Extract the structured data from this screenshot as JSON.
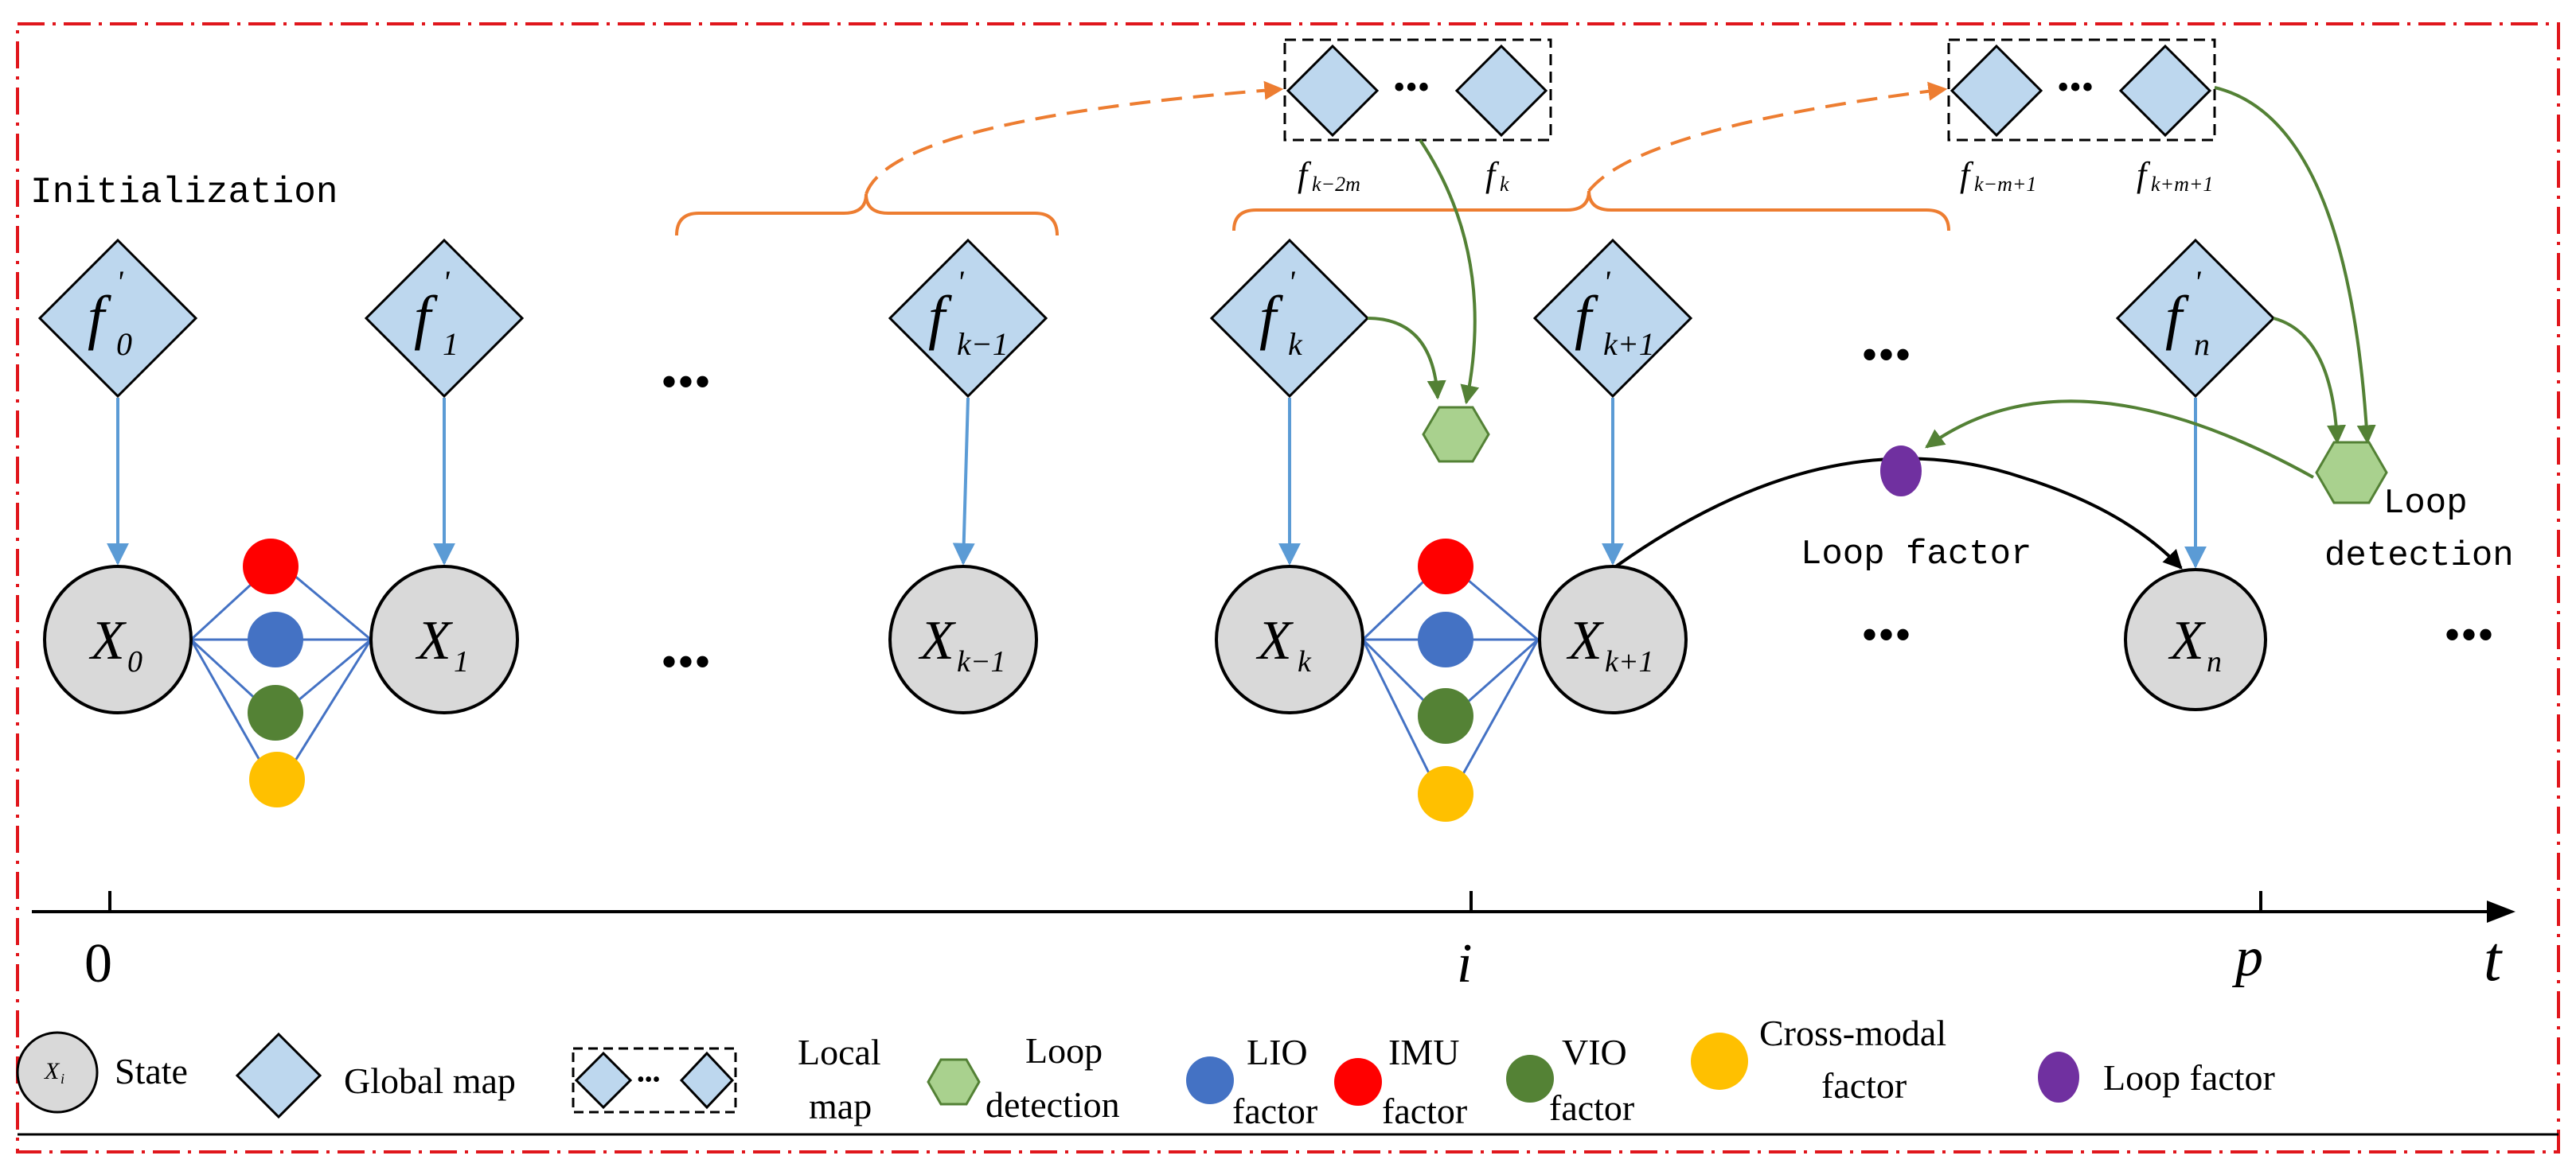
{
  "colors": {
    "frame_red": "#e0161c",
    "keyframe_fill": "#bdd7ee",
    "keyframe_stroke": "#000000",
    "state_fill": "#d9d9d9",
    "arrow_blue": "#5b9bd5",
    "orange": "#ed7d31",
    "green": "#538135",
    "hex_fill": "#a9d18e",
    "imu_red": "#ff0000",
    "lio_blue": "#4472c4",
    "vio_green": "#548235",
    "cross_yellow": "#ffc000",
    "loop_purple": "#7030a0"
  },
  "diagram": {
    "initialization": "Initialization",
    "keyframes": {
      "f0": {
        "base": "f",
        "prime": "'",
        "sub": "0"
      },
      "f1": {
        "base": "f",
        "prime": "'",
        "sub": "1"
      },
      "fkm1": {
        "base": "f",
        "prime": "'",
        "sub": "k−1"
      },
      "fk": {
        "base": "f",
        "prime": "'",
        "sub": "k"
      },
      "fkp1": {
        "base": "f",
        "prime": "'",
        "sub": "k+1"
      },
      "fn": {
        "base": "f",
        "prime": "'",
        "sub": "n"
      }
    },
    "states": {
      "x0": {
        "base": "X",
        "sub": "0"
      },
      "x1": {
        "base": "X",
        "sub": "1"
      },
      "xkm1": {
        "base": "X",
        "sub": "k−1"
      },
      "xk": {
        "base": "X",
        "sub": "k"
      },
      "xkp1": {
        "base": "X",
        "sub": "k+1"
      },
      "xn": {
        "base": "X",
        "sub": "n"
      }
    },
    "local_map_labels": {
      "a_left": {
        "base": "f",
        "sub": "k−2m"
      },
      "a_right": {
        "base": "f",
        "sub": "k"
      },
      "b_left": {
        "base": "f",
        "sub": "k−m+1"
      },
      "b_right": {
        "base": "f",
        "sub": "k+m+1"
      }
    },
    "ellipsis": "•••",
    "small_ellipsis": "•••",
    "loop_factor_label": "Loop factor",
    "loop_detection_label_1": "Loop",
    "loop_detection_label_2": "detection"
  },
  "axis": {
    "ticks": [
      "0",
      "i",
      "p"
    ],
    "end_label": "t"
  },
  "legend": {
    "state_icon": {
      "base": "X",
      "sub": "i"
    },
    "state": "State",
    "global_map": "Global map",
    "local_map_1": "Local",
    "local_map_2": "map",
    "loop_detection_1": "Loop",
    "loop_detection_2": "detection",
    "lio_1": "LIO",
    "lio_2": "factor",
    "imu_1": "IMU",
    "imu_2": "factor",
    "vio_1": "VIO",
    "vio_2": "factor",
    "cross_1": "Cross-modal",
    "cross_2": "factor",
    "loop_factor": "Loop factor"
  }
}
